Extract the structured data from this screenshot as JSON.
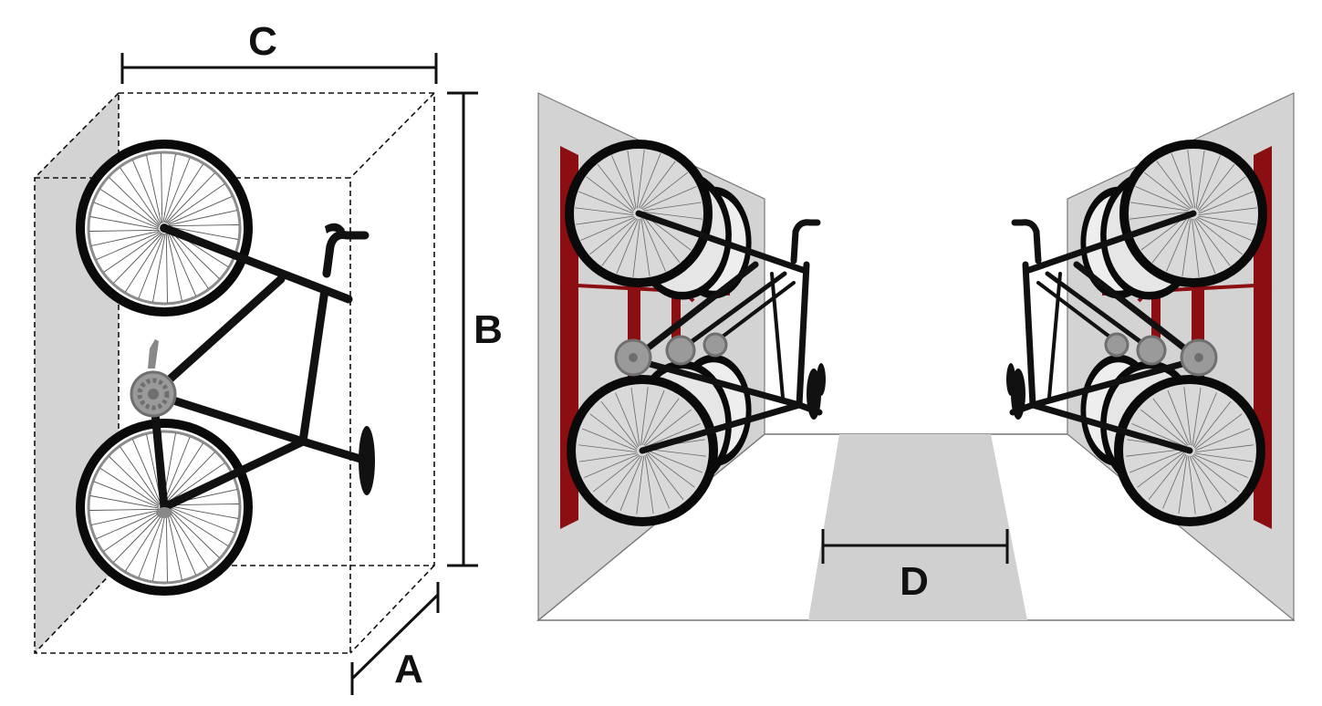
{
  "labels": {
    "c": "C",
    "b": "B",
    "a": "A",
    "d": "D"
  },
  "colors": {
    "frame": "#111111",
    "tire": "#0a0a0a",
    "rim": "#8c8c8c",
    "chainring": "#8a8a8a",
    "wall": "#d3d3d3",
    "rack": "#8b0f12",
    "aisle": "#d0d0d0",
    "line": "#111111",
    "background": "#ffffff"
  }
}
